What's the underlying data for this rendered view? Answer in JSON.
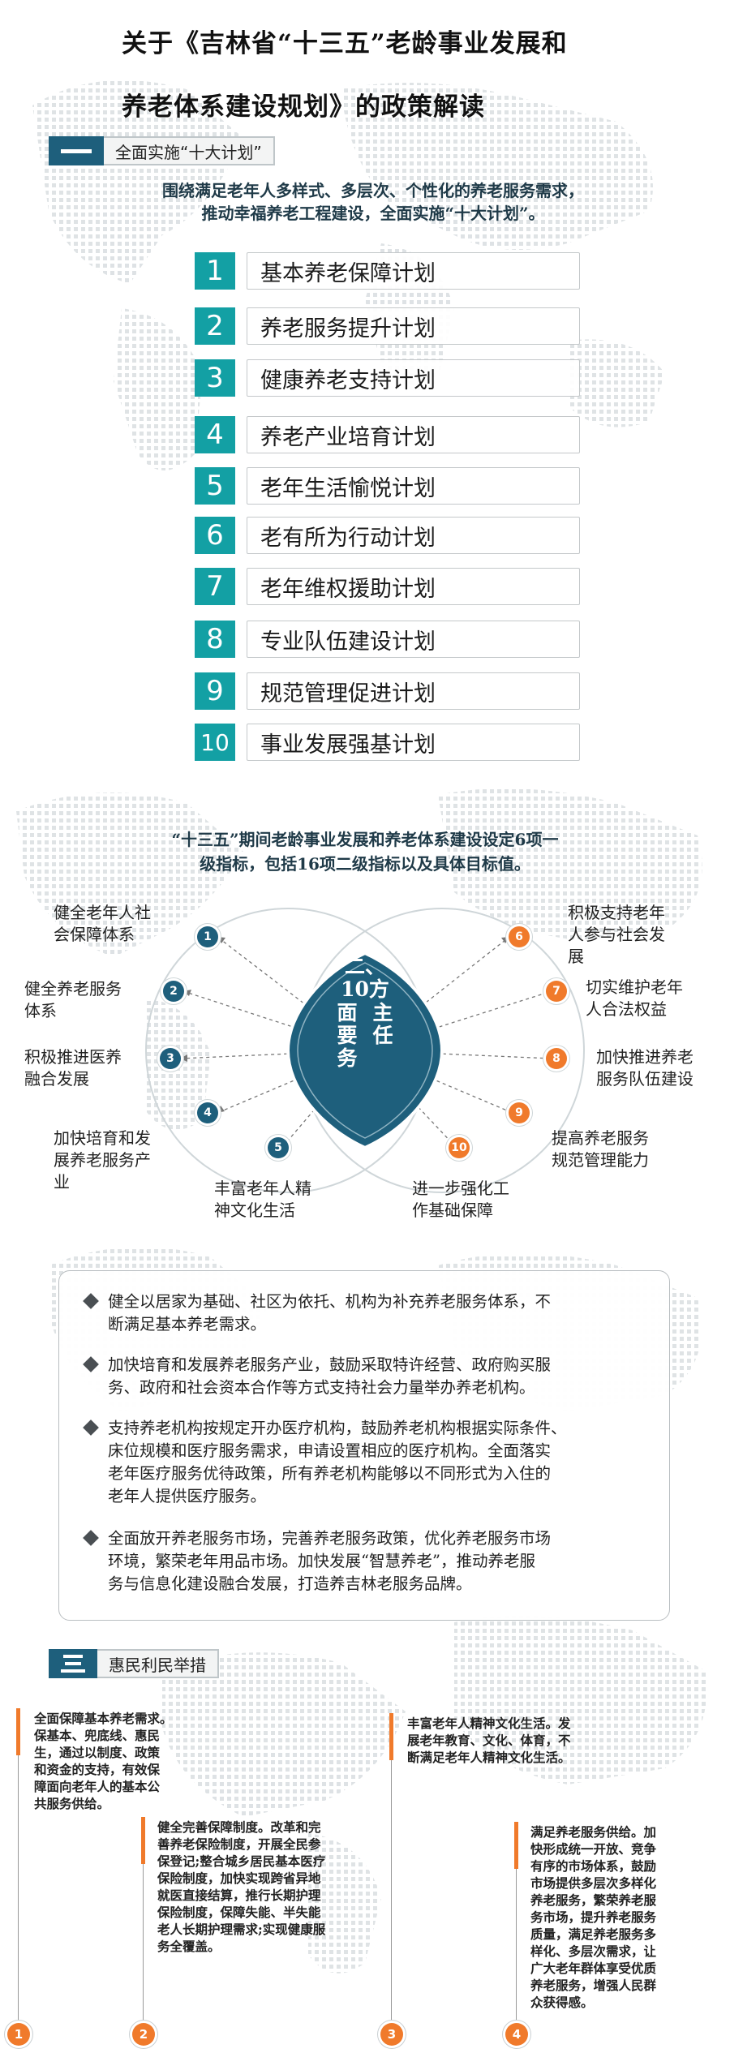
{
  "title": {
    "line1": "关于《吉林省“十三五”老龄事业发展和",
    "line2": "养老体系建设规划》的政策解读"
  },
  "section1": {
    "label": "全面实施“十大计划”",
    "intro_line1": "围绕满足老年人多样式、多层次、个性化的养老服务需求，",
    "intro_line2": "推动幸福养老工程建设，全面实施“十大计划”。",
    "plans": [
      {
        "num": "1",
        "label": "基本养老保障计划"
      },
      {
        "num": "2",
        "label": "养老服务提升计划"
      },
      {
        "num": "3",
        "label": "健康养老支持计划"
      },
      {
        "num": "4",
        "label": "养老产业培育计划"
      },
      {
        "num": "5",
        "label": "老年生活愉悦计划"
      },
      {
        "num": "6",
        "label": "老有所为行动计划"
      },
      {
        "num": "7",
        "label": "老年维权援助计划"
      },
      {
        "num": "8",
        "label": "专业队伍建设计划"
      },
      {
        "num": "9",
        "label": "规范管理促进计划"
      },
      {
        "num": "10",
        "label": "事业发展强基计划"
      }
    ]
  },
  "section2": {
    "intro_line1": "“十三五”期间老龄事业发展和养老体系建设设定6项一",
    "intro_line2": "级指标，包括16项二级指标以及具体目标值。",
    "center": {
      "line1": "二、",
      "line2": "10方",
      "line3": "面",
      "line4": "要",
      "line5": "务",
      "line6": "主",
      "line7": "任"
    },
    "tasks": [
      {
        "num": "1",
        "label": "健全老年人社会保障体系",
        "l1": "健全老年人社",
        "l2": "会保障体系",
        "l3": ""
      },
      {
        "num": "2",
        "label": "健全养老服务体系",
        "l1": "健全养老服务",
        "l2": "体系",
        "l3": ""
      },
      {
        "num": "3",
        "label": "积极推进医养融合发展",
        "l1": "积极推进医养",
        "l2": "融合发展",
        "l3": ""
      },
      {
        "num": "4",
        "label": "加快培育和发展养老服务产业",
        "l1": "加快培育和发",
        "l2": "展养老服务产",
        "l3": "业"
      },
      {
        "num": "5",
        "label": "丰富老年人精神文化生活",
        "l1": "丰富老年人精",
        "l2": "神文化生活",
        "l3": ""
      },
      {
        "num": "6",
        "label": "积极支持老年人参与社会发展",
        "l1": "积极支持老年",
        "l2": "人参与社会发",
        "l3": "展"
      },
      {
        "num": "7",
        "label": "切实维护老年人合法权益",
        "l1": "切实维护老年",
        "l2": "人合法权益",
        "l3": ""
      },
      {
        "num": "8",
        "label": "加快推进养老服务队伍建设",
        "l1": "加快推进养老",
        "l2": "服务队伍建设",
        "l3": ""
      },
      {
        "num": "9",
        "label": "提高养老服务规范管理能力",
        "l1": "提高养老服务",
        "l2": "规范管理能力",
        "l3": ""
      },
      {
        "num": "10",
        "label": "进一步强化工作基础保障",
        "l1": "进一步强化工",
        "l2": "作基础保障",
        "l3": ""
      }
    ],
    "bullets": [
      {
        "l1": "健全以居家为基础、社区为依托、机构为补充养老服务体系，不",
        "l2": "断满足基本养老需求。",
        "l3": "",
        "l4": ""
      },
      {
        "l1": "加快培育和发展养老服务产业，鼓励采取特许经营、政府购买服",
        "l2": "务、政府和社会资本合作等方式支持社会力量举办养老机构。",
        "l3": "",
        "l4": ""
      },
      {
        "l1": "支持养老机构按规定开办医疗机构，鼓励养老机构根据实际条件、",
        "l2": "床位规模和医疗服务需求，申请设置相应的医疗机构。全面落实",
        "l3": "老年医疗服务优待政策，所有养老机构能够以不同形式为入住的",
        "l4": "老年人提供医疗服务。"
      },
      {
        "l1": "全面放开养老服务市场，完善养老服务政策，优化养老服务市场",
        "l2": "环境，繁荣老年用品市场。加快发展“智慧养老”，推动养老服",
        "l3": "务与信息化建设融合发展，打造养吉林老服务品牌。",
        "l4": ""
      }
    ]
  },
  "section3": {
    "label": "惠民利民举措",
    "measures": [
      {
        "num": "1",
        "lines": [
          "全面保障基本养老需求。",
          "保基本、兜底线、惠民",
          "生，通过以制度、政策",
          "和资金的支持，有效保",
          "障面向老年人的基本公",
          "共服务供给。"
        ]
      },
      {
        "num": "2",
        "lines": [
          "健全完善保障制度。改革和完",
          "善养老保险制度，开展全民参",
          "保登记;整合城乡居民基本医疗",
          "保险制度，加快实现跨省异地",
          "就医直接结算，推行长期护理",
          "保险制度，保障失能、半失能",
          "老人长期护理需求;实现健康服",
          "务全覆盖。"
        ]
      },
      {
        "num": "3",
        "lines": [
          "丰富老年人精神文化生活。发",
          "展老年教育、文化、体育，不",
          "断满足老年人精神文化生活。"
        ]
      },
      {
        "num": "4",
        "lines": [
          "满足养老服务供给。加",
          "快形成统一开放、竞争",
          "有序的市场体系，鼓励",
          "市场提供多层次多样化",
          "养老服务，繁荣养老服",
          "务市场，提升养老服务",
          "质量，满足养老服务多",
          "样化、多层次需求，让",
          "广大老年群体享受优质",
          "养老服务，增强人民群",
          "众获得感。"
        ]
      }
    ]
  }
}
